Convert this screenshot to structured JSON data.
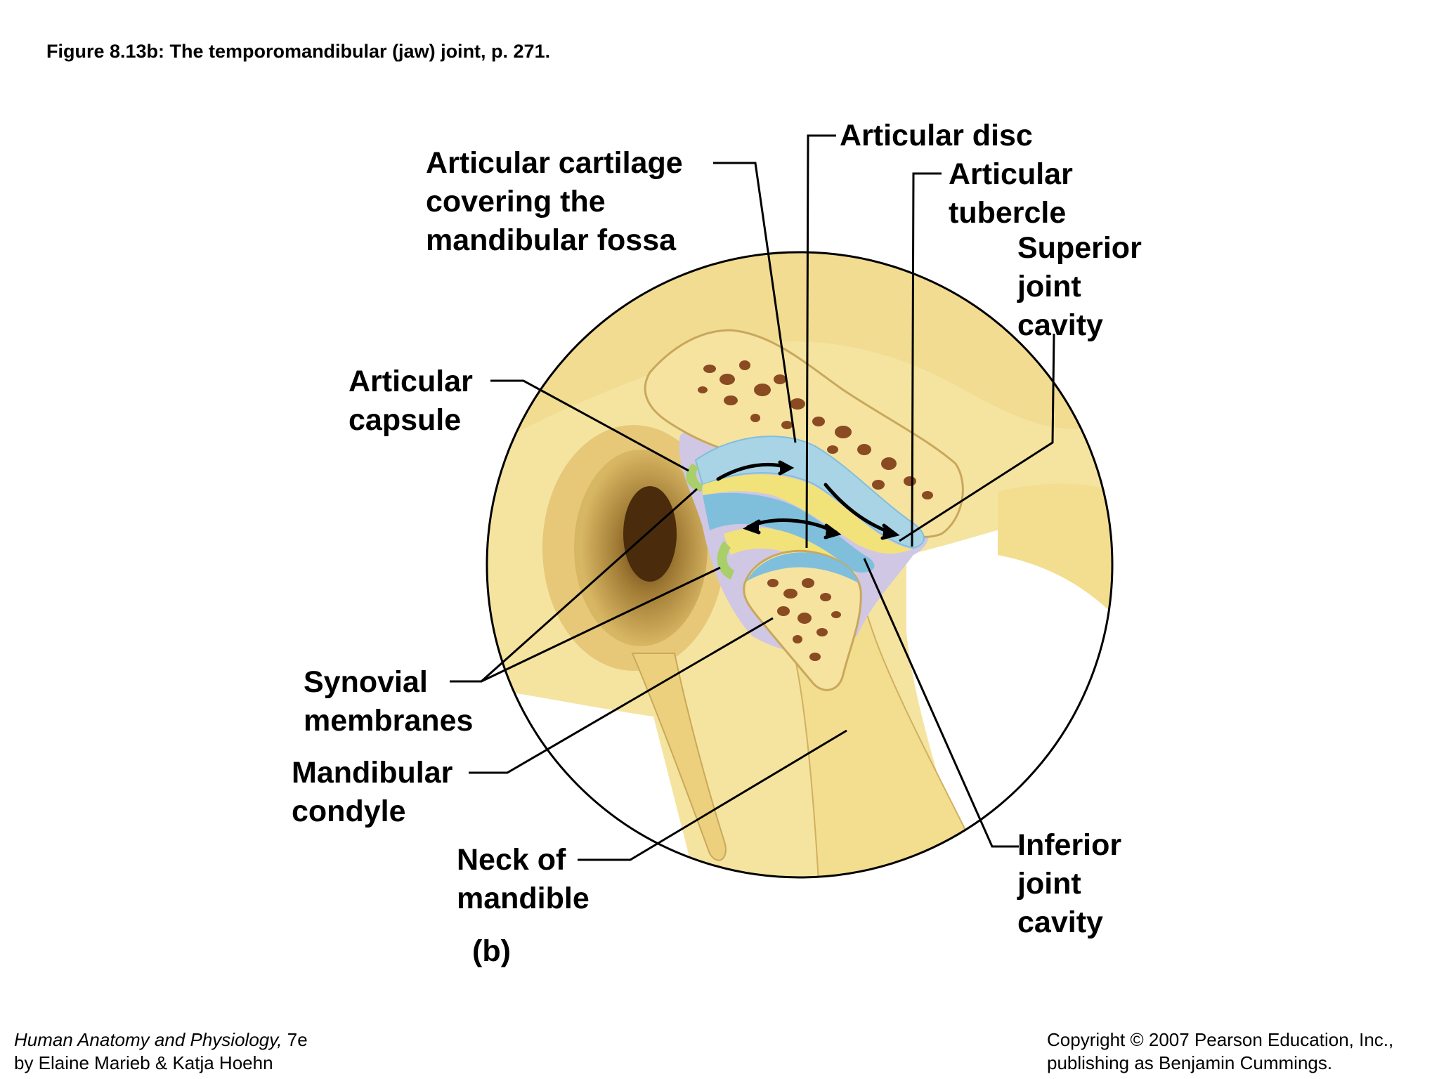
{
  "figure": {
    "title": "Figure 8.13b:  The temporomandibular (jaw) joint, p. 271.",
    "panel_label": "(b)"
  },
  "labels": {
    "articular_cartilage": [
      "Articular cartilage",
      "covering the",
      "mandibular fossa"
    ],
    "articular_disc": [
      "Articular disc"
    ],
    "articular_tubercle": [
      "Articular",
      "tubercle"
    ],
    "superior_joint_cavity": [
      "Superior",
      "joint",
      "cavity"
    ],
    "articular_capsule": [
      "Articular",
      "capsule"
    ],
    "synovial_membranes": [
      "Synovial",
      "membranes"
    ],
    "mandibular_condyle": [
      "Mandibular",
      "condyle"
    ],
    "neck_of_mandible": [
      "Neck of",
      "mandible"
    ],
    "inferior_joint_cavity": [
      "Inferior",
      "joint",
      "cavity"
    ]
  },
  "footer": {
    "book_title": "Human Anatomy and Physiology,",
    "edition": " 7e",
    "authors": "by Elaine Marieb & Katja Hoehn",
    "copyright_line1": "Copyright © 2007 Pearson Education, Inc.,",
    "copyright_line2": "publishing as Benjamin Cummings."
  },
  "colors": {
    "bone": "#f7e6a0",
    "bone_shadow": "#d9b85f",
    "spongy_bone": "#8a4a22",
    "cartilage_blue": "#a9d4e6",
    "disc_blue": "#7fbfdc",
    "capsule_lavender": "#cfc7e3",
    "synovial_green": "#a9cf6a",
    "leader_line": "#000000"
  }
}
